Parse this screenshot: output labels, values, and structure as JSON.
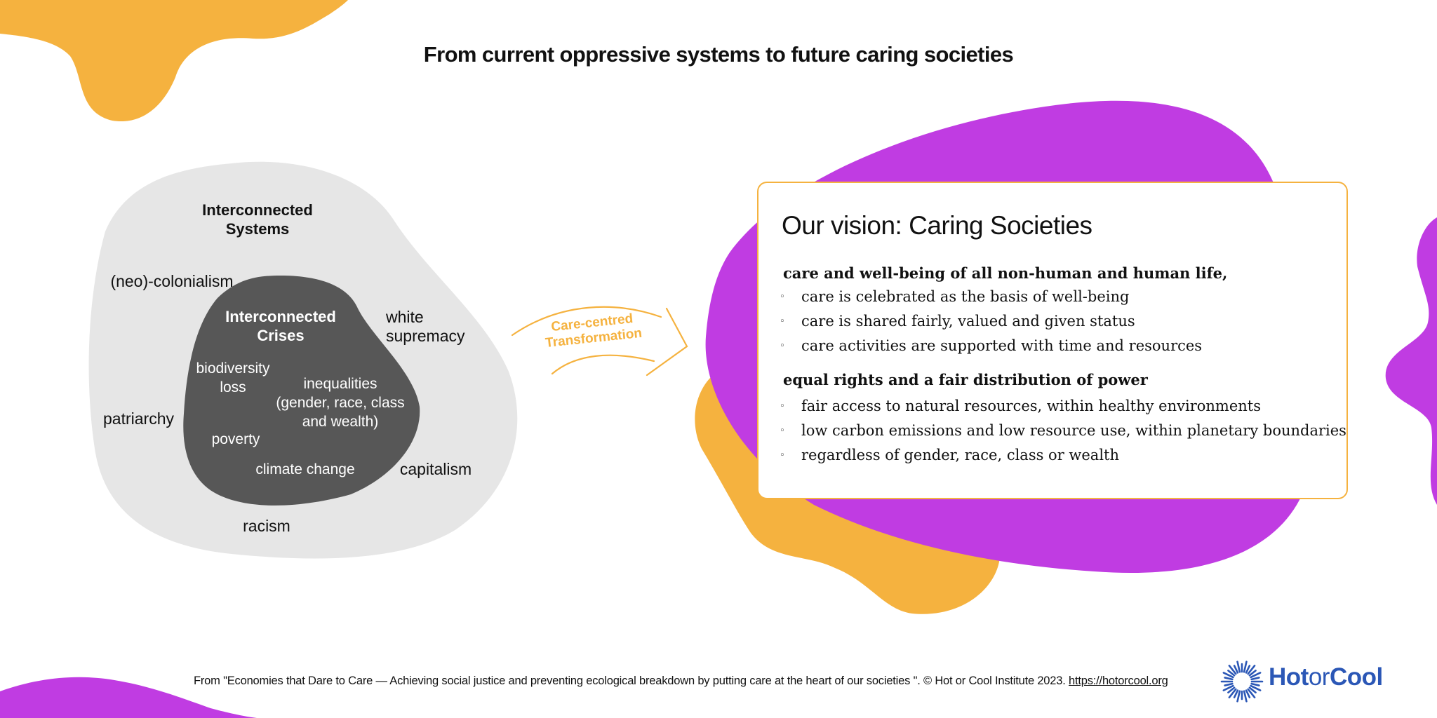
{
  "title": "From current oppressive systems to future caring societies",
  "colors": {
    "orange": "#f5b23f",
    "purple": "#c03ce2",
    "outer_blob": "#e6e6e6",
    "inner_blob": "#575757",
    "logo_blue": "#2b57b6"
  },
  "diagram": {
    "outer_title": [
      "Interconnected",
      "Systems"
    ],
    "inner_title": [
      "Interconnected",
      "Crises"
    ],
    "systems": {
      "colonialism": "(neo)-colonialism",
      "white_supremacy": [
        "white",
        "supremacy"
      ],
      "patriarchy": "patriarchy",
      "capitalism": "capitalism",
      "racism": "racism"
    },
    "crises": {
      "biodiversity": [
        "biodiversity",
        "loss"
      ],
      "inequalities": [
        "inequalities",
        "(gender, race, class",
        "and wealth)"
      ],
      "poverty": "poverty",
      "climate": "climate change"
    },
    "arrow_label": [
      "Care-centred",
      "Transformation"
    ]
  },
  "vision": {
    "title": "Our vision: Caring Societies",
    "sections": [
      {
        "heading": "care and well-being of all non-human and human life,",
        "bullets": [
          "care is celebrated as the basis of well-being",
          "care is shared fairly, valued and given status",
          "care activities are supported with time and resources"
        ]
      },
      {
        "heading": "equal rights and a fair distribution of power",
        "bullets": [
          "fair access to natural resources, within healthy environments",
          "low carbon emissions and low resource use, within planetary boundaries",
          "regardless of gender, race, class or wealth"
        ]
      }
    ],
    "bullet_glyph": "◦"
  },
  "footer": {
    "text": "From \"Economies that Dare to Care — Achieving social justice and preventing ecological breakdown by putting care at the heart of our societies \". © Hot or Cool Institute 2023. ",
    "link": "https://hotorcool.org"
  },
  "logo": {
    "icon": "sunburst-icon",
    "hot": "Hot",
    "or": "or",
    "cool": "Cool"
  }
}
